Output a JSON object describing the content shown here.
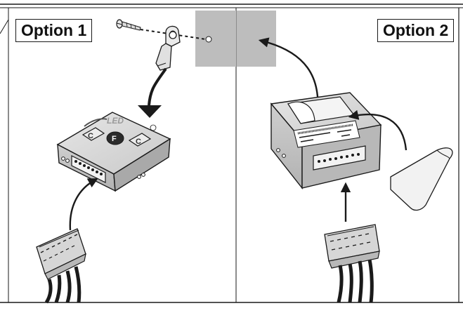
{
  "option1": {
    "label": "Option 1",
    "led_badge": "LED"
  },
  "option2": {
    "label": "Option 2"
  },
  "colors": {
    "outline": "#1a1a1a",
    "wall_gray": "#bdbdbd",
    "box_top": "#d9d9d9",
    "box_front": "#c4c4c4",
    "box_side": "#a9a9a9",
    "badge_dark": "#2b2b2b"
  }
}
